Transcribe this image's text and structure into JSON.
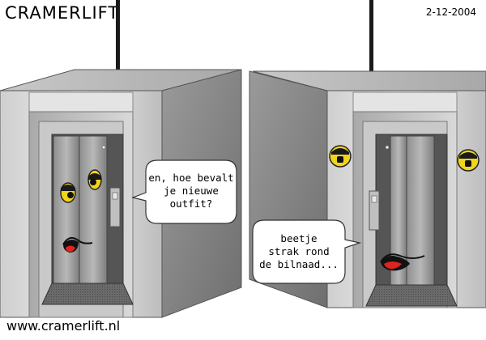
{
  "header": {
    "title": "CRAMERLIFT",
    "date": "2-12-2004"
  },
  "footer": {
    "url": "www.cramerlift.nl"
  },
  "panel_left": {
    "speech": "en, hoe bevalt\nje nieuwe\noutfit?"
  },
  "panel_right": {
    "speech": "beetje\nstrak rond\nde bilnaad..."
  },
  "colors": {
    "eye_yellow": "#f2d51a",
    "mouth_red": "#e0231c",
    "metal_light": "#d4d4d4",
    "metal_dark": "#8a8a8a"
  },
  "icons": {
    "call_button": "lift-call-button-icon",
    "cable": "lift-cable"
  }
}
